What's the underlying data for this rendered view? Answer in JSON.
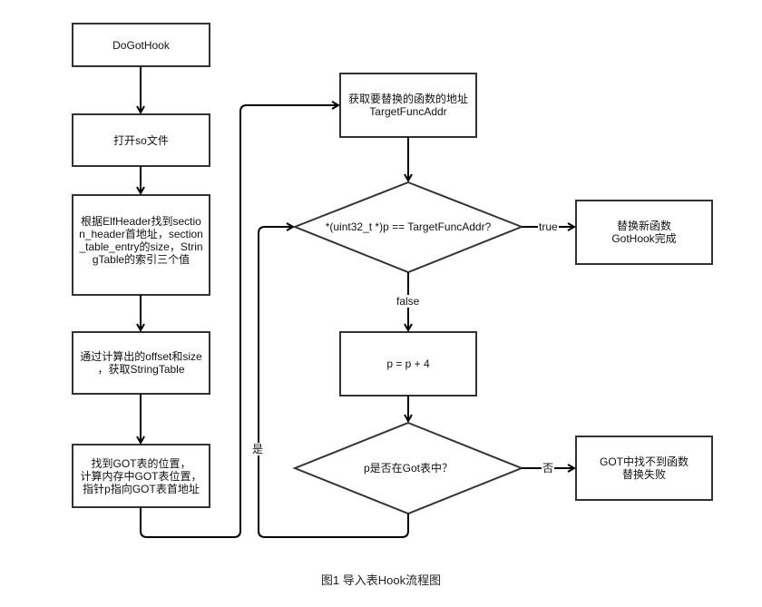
{
  "diagram": {
    "type": "flowchart",
    "nodes": [
      {
        "id": "start",
        "shape": "rect",
        "text": "DoGotHook"
      },
      {
        "id": "open",
        "shape": "rect",
        "text": "打开so文件"
      },
      {
        "id": "parse",
        "shape": "rect",
        "text": "根据ElfHeader找到section_header首地址，section_table_entry的size，StringTable的索引三个值"
      },
      {
        "id": "calc",
        "shape": "rect",
        "text": "通过计算出的offset和size\n，获取StringTable"
      },
      {
        "id": "findgot",
        "shape": "rect",
        "text": "找到GOT表的位置，\n计算内存中GOT表位置，\n指针p指向GOT表首地址"
      },
      {
        "id": "gettarget",
        "shape": "rect",
        "text": "获取要替换的函数的地址\nTargetFuncAddr"
      },
      {
        "id": "cmp",
        "shape": "diamond",
        "text": "*(uint32_t *)p == TargetFuncAddr?"
      },
      {
        "id": "success",
        "shape": "rect",
        "text": "替换新函数\nGotHook完成"
      },
      {
        "id": "inc",
        "shape": "rect",
        "text": "p = p + 4"
      },
      {
        "id": "ingot",
        "shape": "diamond",
        "text": "p是否在Got表中？"
      },
      {
        "id": "fail",
        "shape": "rect",
        "text": "GOT中找不到函数\n替换失败"
      }
    ],
    "edges": [
      {
        "from": "start",
        "to": "open",
        "label": ""
      },
      {
        "from": "open",
        "to": "parse",
        "label": ""
      },
      {
        "from": "parse",
        "to": "calc",
        "label": ""
      },
      {
        "from": "calc",
        "to": "findgot",
        "label": ""
      },
      {
        "from": "findgot",
        "to": "gettarget",
        "label": ""
      },
      {
        "from": "gettarget",
        "to": "cmp",
        "label": ""
      },
      {
        "from": "cmp",
        "to": "success",
        "label": "true"
      },
      {
        "from": "cmp",
        "to": "inc",
        "label": "false"
      },
      {
        "from": "inc",
        "to": "ingot",
        "label": ""
      },
      {
        "from": "ingot",
        "to": "cmp",
        "label": "是"
      },
      {
        "from": "ingot",
        "to": "fail",
        "label": "否"
      }
    ],
    "caption": "图1 导入表Hook流程图",
    "colors": {
      "stroke": "#333333",
      "edge": "#000000",
      "text": "#111111"
    }
  }
}
